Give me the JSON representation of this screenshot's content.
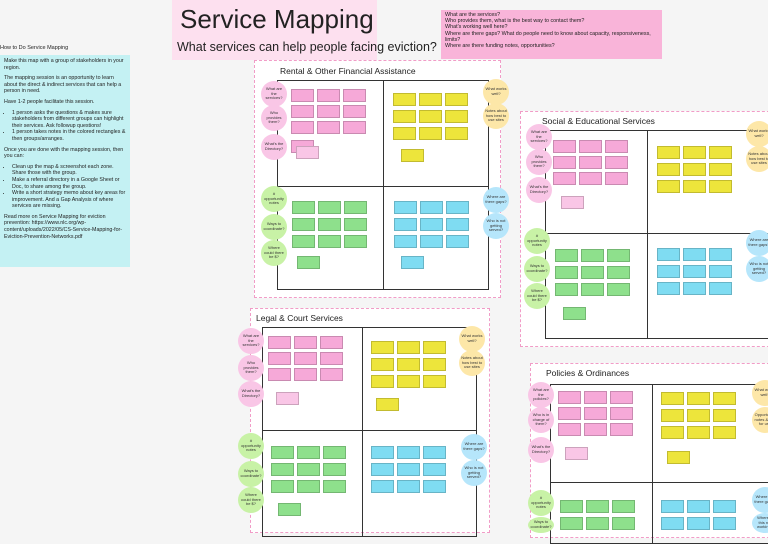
{
  "howto": {
    "heading": "How to Do Service Mapping",
    "p1": "Make this map with a group of stakeholders in your region.",
    "p2": "The mapping session is an opportunity to learn about the direct & indirect services that can help a person in need.",
    "p3": "Have 1-2 people facilitate this session.",
    "b1": "1 person asks the questions & makes sure stakeholders from different groups can highlight their services. Ask followup questions!",
    "b2": "1 person takes notes in the colored rectangles & then groups/arranges.",
    "p4": "Once you are done with the mapping session, then you can:",
    "b3": "Clean up the map & screenshot each zone. Share those with the group.",
    "b4": "Make a referral directory in a Google Sheet or Doc, to share among the group.",
    "b5": "Write a short strategy memo about key areas for improvement. And a Gap Analysis of where services are missing.",
    "p5": "Read more on Service Mapping for eviction prevention: https://www.nlc.org/wp-content/uploads/2022/05/CS-Service-Mapping-for-Eviction-Prevention-Networks.pdf"
  },
  "title": "Service Mapping",
  "subtitle": "What services can help people facing eviction?",
  "questions": [
    "What are the services?",
    "Who provides them, what is the best way to contact them?",
    "What's working well here?",
    "Where are there gaps? What do people need to know about capacity, responsiveness, limits?",
    "Where are there funding notes, opportunities?"
  ],
  "frames": {
    "rental": {
      "title": "Rental & Other Financial Assistance",
      "q1": "What are the services?",
      "q2": "Who provides them?",
      "q3": "What's the Directory?",
      "q4": "What works well?",
      "q5": "Notes about how best to use sites",
      "q6": "# opportunity notes",
      "q7": "Ways to coordinate?",
      "q8": "Where could there be $?",
      "q9": "Where are there gaps?",
      "q10": "Who is not getting served?"
    },
    "social": {
      "title": "Social & Educational Services",
      "q1": "What are the services?",
      "q2": "Who provides them?",
      "q3": "What's the Directory?",
      "q4": "What works well?",
      "q5": "Notes about how best to use sites",
      "q6": "# opportunity notes",
      "q7": "Ways to coordinate?",
      "q8": "Where could there be $?",
      "q9": "Where are there gaps?",
      "q10": "Who is not getting served?"
    },
    "legal": {
      "title": "Legal & Court Services",
      "q1": "What are the services?",
      "q2": "Who provides them?",
      "q3": "What's the Directory?",
      "q4": "What works well?",
      "q5": "Notes about how best to use sites",
      "q6": "# opportunity notes",
      "q7": "Ways to coordinate?",
      "q8": "Where could there be $?",
      "q9": "Where are there gaps?",
      "q10": "Who is not getting served?"
    },
    "policies": {
      "title": "Policies & Ordinances",
      "q1": "What are the policies?",
      "q2": "Who is in charge of them?",
      "q3": "What's the Directory?",
      "q4": "What works well?",
      "q5": "Opportunity notes & tips for use",
      "q6": "# opportunity notes",
      "q7": "Ways to coordinate?",
      "q9": "Where are there gaps?",
      "q10": "Where is this not working?"
    }
  },
  "colors": {
    "pink": "#f6a9d8",
    "yellow": "#ede53b",
    "green": "#8ee08c",
    "blue": "#7fdcf2",
    "frame_border": "#f19cc7"
  }
}
